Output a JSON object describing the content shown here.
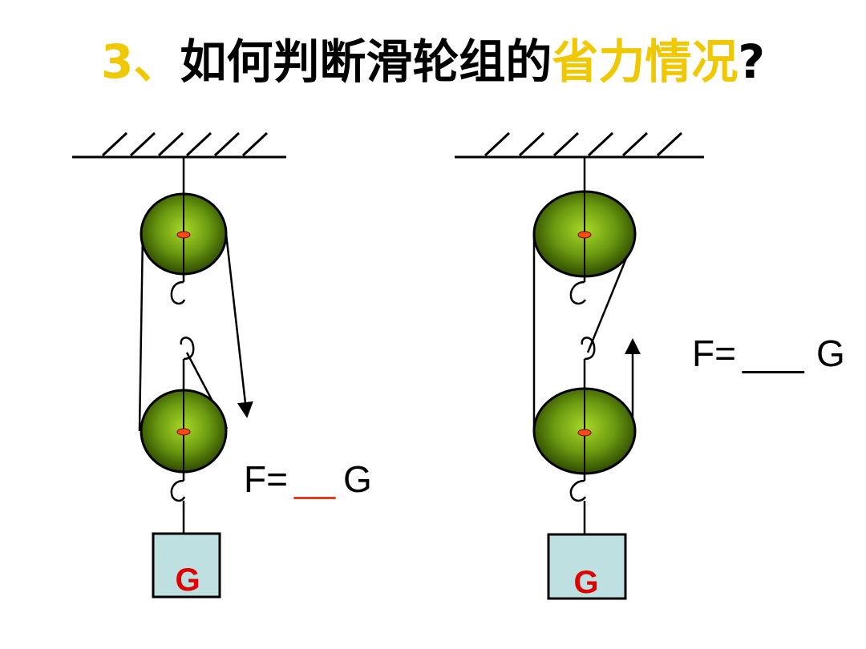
{
  "title": {
    "number": "3",
    "separator": "、",
    "main": "如何判断滑轮组的",
    "highlight": "省力情况",
    "question_mark": "?"
  },
  "left_system": {
    "formula_prefix": "F=",
    "formula_blank": "__",
    "formula_suffix": "G",
    "weight_label": "G"
  },
  "right_system": {
    "formula_prefix": "F=",
    "formula_blank": "___",
    "formula_suffix": "G",
    "weight_label": "G"
  },
  "colors": {
    "title_accent": "#f0c800",
    "pulley_center": "#ff4a10",
    "weight_fill": "#bfe0e0",
    "weight_text": "#e00000",
    "blank_left": "#e04020"
  }
}
